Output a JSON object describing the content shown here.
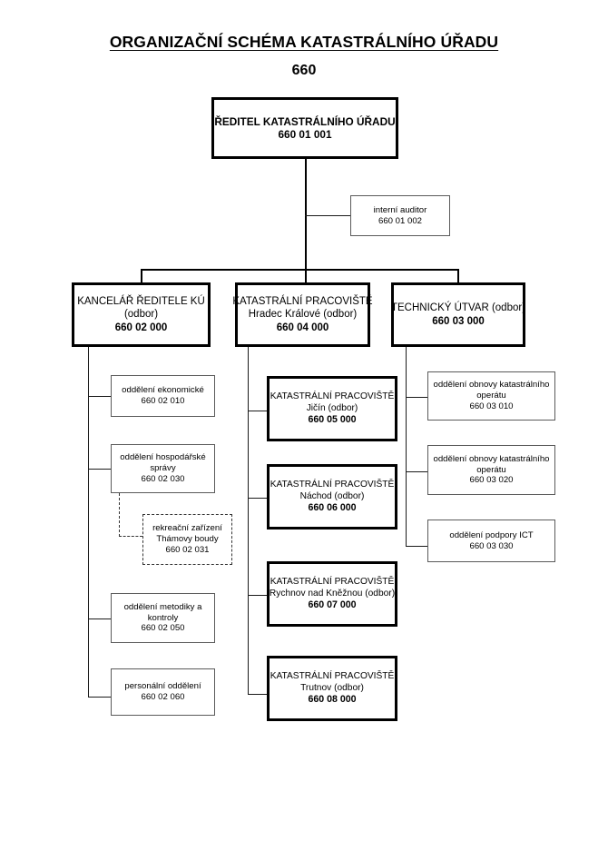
{
  "document": {
    "title_line1": "ORGANIZAČNÍ SCHÉMA KATASTRÁLNÍHO ÚŘADU",
    "title_line2": "660"
  },
  "root": {
    "name": "ŘEDITEL KATASTRÁLNÍHO ÚŘADU",
    "code": "660 01 001"
  },
  "auditor": {
    "name": "interní auditor",
    "code": "660 01 002"
  },
  "departments": [
    {
      "name": "KANCELÁŘ ŘEDITELE KÚ",
      "subtitle": "(odbor)",
      "code": "660 02 000"
    },
    {
      "name": "KATASTRÁLNÍ PRACOVIŠTĚ",
      "subtitle": "Hradec Králové (odbor)",
      "code": "660 04 000"
    },
    {
      "name": "TECHNICKÝ ÚTVAR (odbor)",
      "subtitle": "",
      "code": "660 03 000"
    }
  ],
  "office_units": [
    {
      "name": "oddělení ekonomické",
      "code": "660 02 010"
    },
    {
      "name": "oddělení hospodářské správy",
      "code": "660 02 030"
    },
    {
      "name": "oddělení metodiky a kontroly",
      "code": "660 02 050"
    },
    {
      "name": "personální oddělení",
      "code": "660 02 060"
    }
  ],
  "recreation": {
    "name_line1": "rekreační zařízení",
    "name_line2": "Thámovy boudy",
    "code": "660 02 031"
  },
  "cadastral_offices": [
    {
      "name": "KATASTRÁLNÍ PRACOVIŠTĚ",
      "location": "Jičín (odbor)",
      "code": "660 05 000"
    },
    {
      "name": "KATASTRÁLNÍ PRACOVIŠTĚ",
      "location": "Náchod (odbor)",
      "code": "660 06 000"
    },
    {
      "name": "KATASTRÁLNÍ PRACOVIŠTĚ",
      "location": "Rychnov nad Kněžnou (odbor)",
      "code": "660 07 000"
    },
    {
      "name": "KATASTRÁLNÍ PRACOVIŠTĚ",
      "location": "Trutnov (odbor)",
      "code": "660 08 000"
    }
  ],
  "technical_units": [
    {
      "name": "oddělení obnovy katastrálního operátu",
      "code": "660 03 010"
    },
    {
      "name": "oddělení obnovy katastrálního operátu",
      "code": "660 03 020"
    },
    {
      "name": "oddělení podpory ICT",
      "code": "660 03 030"
    }
  ],
  "colors": {
    "line": "#000000",
    "thin_border": "#5a5a5a",
    "dashed_border": "#333333",
    "background": "#ffffff"
  }
}
